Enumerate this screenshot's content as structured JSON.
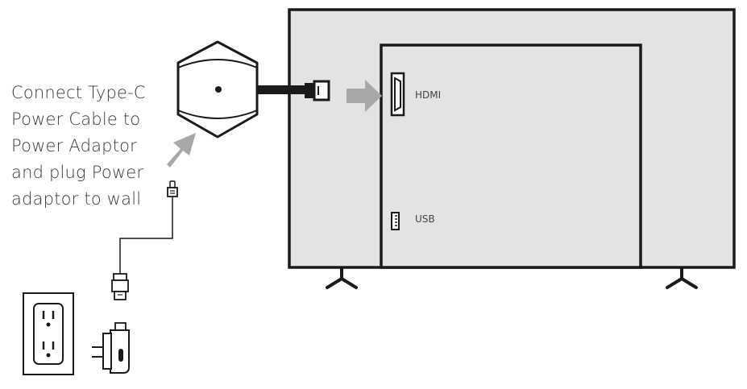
{
  "instruction": {
    "lines": [
      "Connect Type-C",
      "Power Cable to",
      "Power Adaptor",
      "and plug Power",
      "adaptor to wall"
    ]
  },
  "tv": {
    "hdmi_label": "HDMI",
    "usb_label": "USB"
  },
  "colors": {
    "stroke": "#1a1a1a",
    "tv_fill": "#e3e3e3",
    "arrow": "#a8a8a8"
  },
  "icons": [
    "hexagon-dongle-icon",
    "hdmi-plug-icon",
    "hdmi-port-icon",
    "usb-port-icon",
    "usb-c-plug-icon",
    "usb-a-plug-icon",
    "wall-outlet-icon",
    "power-adapter-icon",
    "arrow-right-icon",
    "arrow-up-right-icon"
  ]
}
